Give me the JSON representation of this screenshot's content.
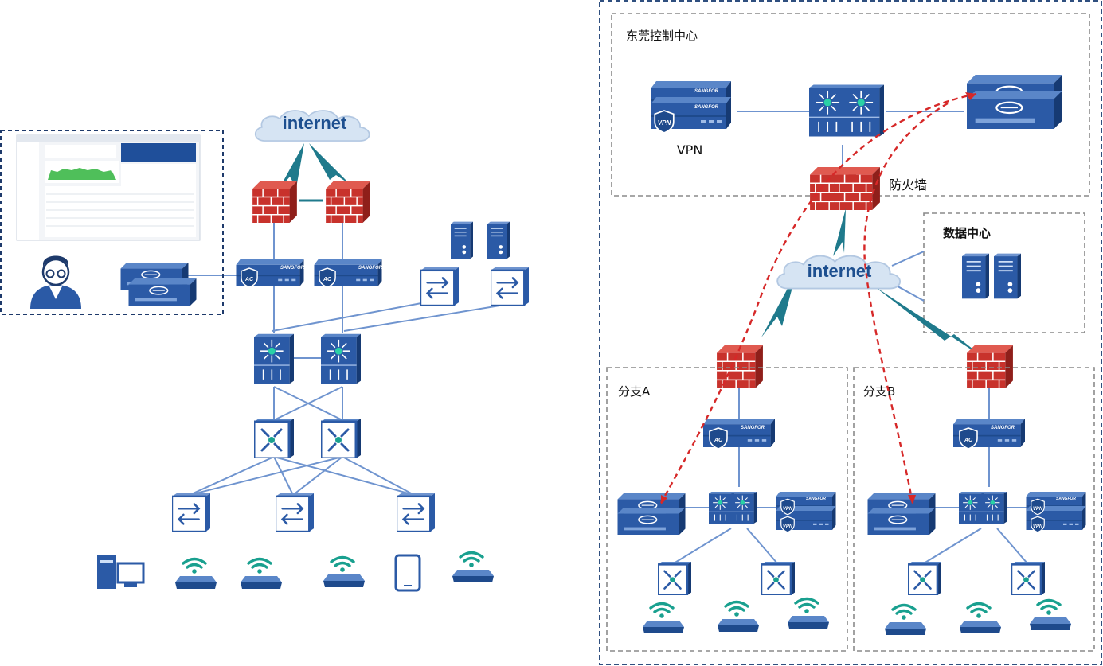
{
  "internet_label": "internet",
  "left": {
    "ac_brand": "SANGFOR",
    "ac_badge": "AC"
  },
  "right": {
    "control_center": {
      "title": "东莞控制中心",
      "vpn_label": "VPN",
      "firewall_label": "防火墙",
      "vpn_badge": "VPN",
      "vpn_brand": "SANGFOR"
    },
    "data_center": {
      "title": "数据中心"
    },
    "branch_a": {
      "title": "分支A",
      "ac_badge": "AC",
      "ac_brand": "SANGFOR",
      "vpn_badge": "VPN",
      "vpn_brand": "SANGFOR"
    },
    "branch_b": {
      "title": "分支B",
      "ac_badge": "AC",
      "ac_brand": "SANGFOR",
      "vpn_badge": "VPN",
      "vpn_brand": "SANGFOR"
    }
  },
  "colors": {
    "device_blue": "#2b5aa6",
    "device_dark": "#1e4a8c",
    "firewall_red": "#c8322c",
    "vpn_tunnel_red": "#d62828",
    "link_blue": "#6f94cf",
    "lightning": "#1f7a8c",
    "wifi_teal": "#19a08f",
    "border_dashed": "#2f4f7f"
  }
}
